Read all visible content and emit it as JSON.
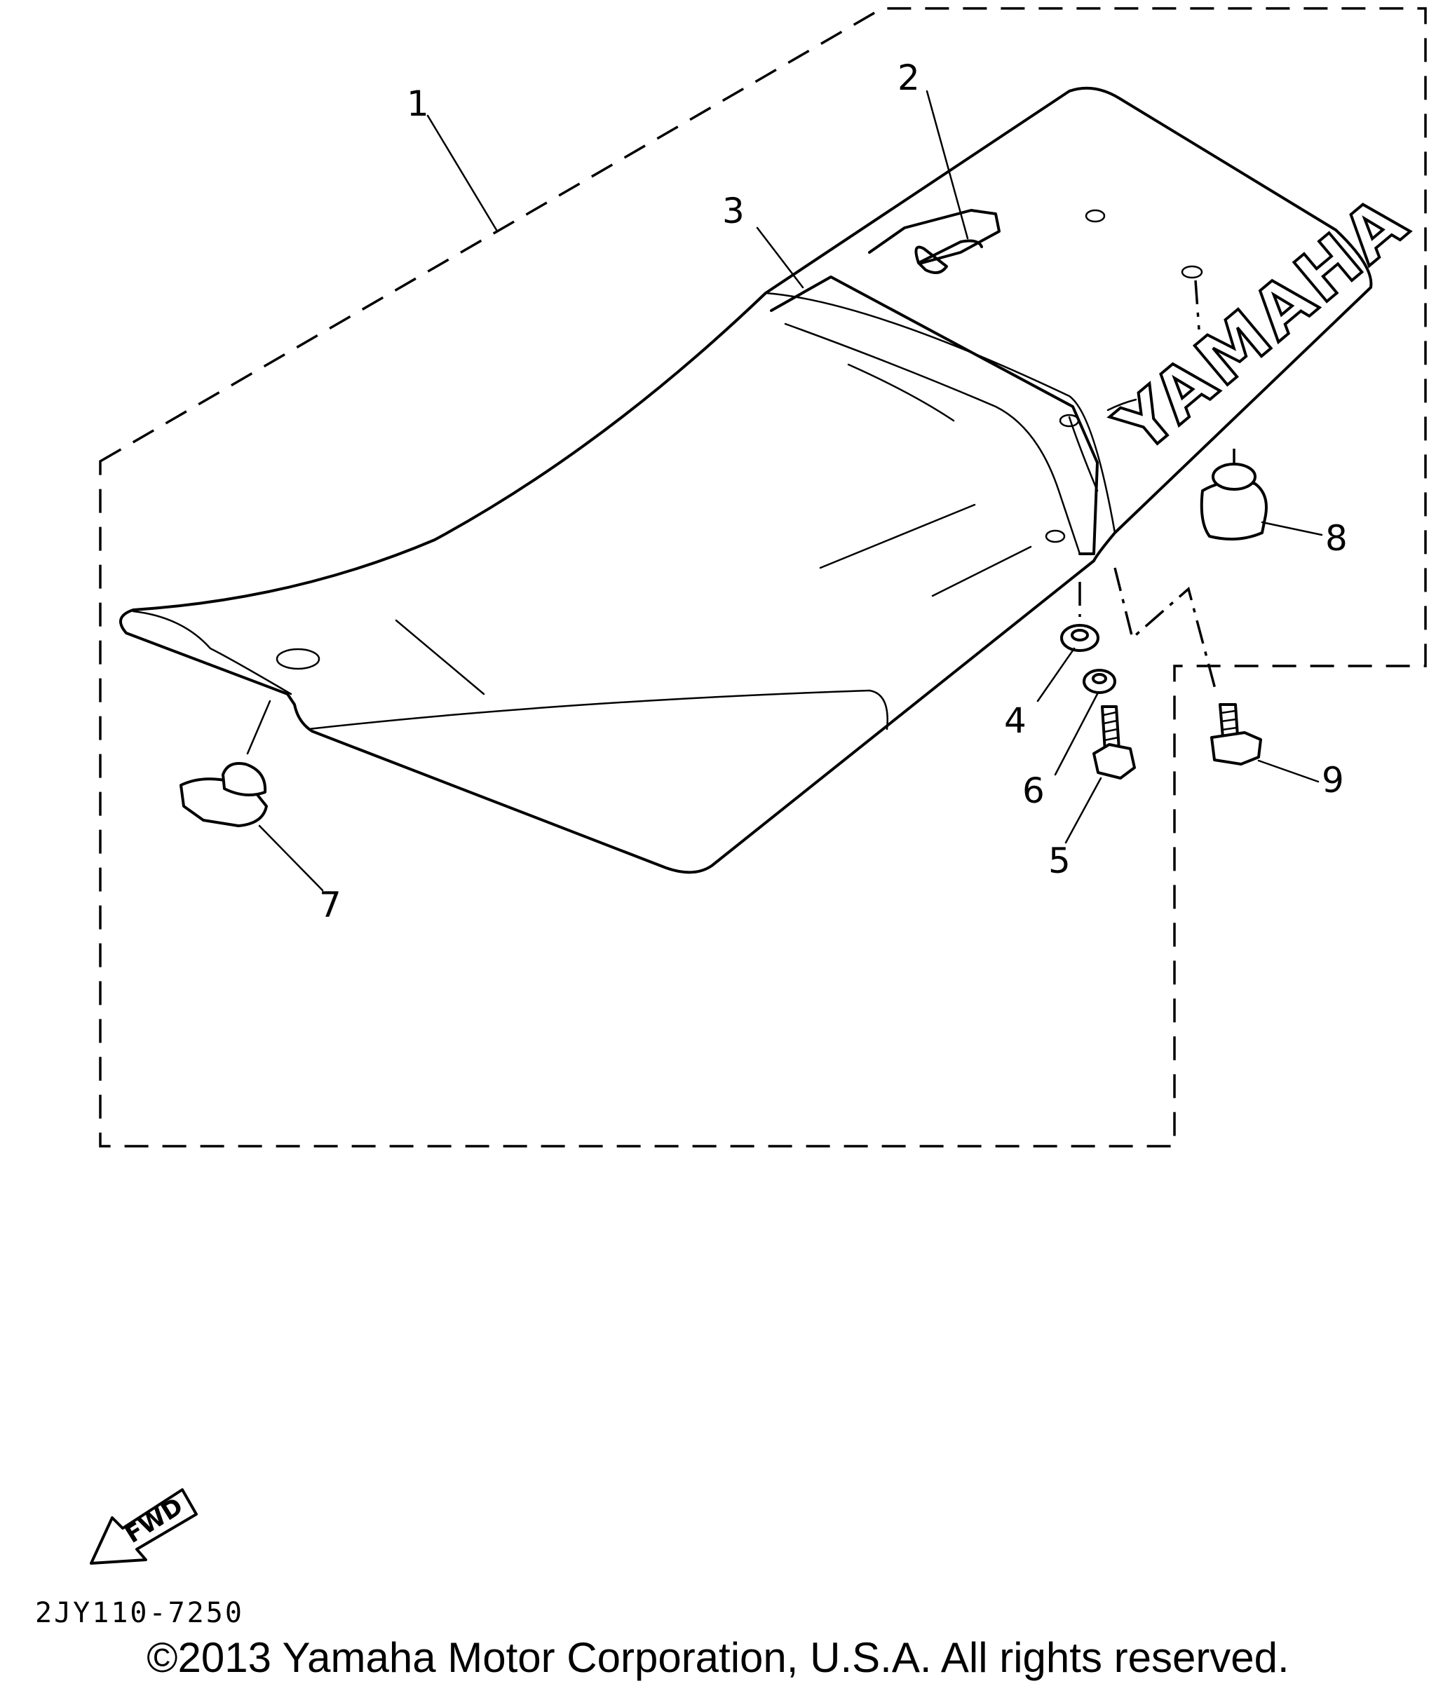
{
  "diagram": {
    "callouts": [
      "1",
      "2",
      "3",
      "4",
      "5",
      "6",
      "7",
      "8",
      "9"
    ],
    "brand_text": "YAMAHA",
    "direction_label": "FWD",
    "diagram_code": "2JY110-7250",
    "copyright": "©2013 Yamaha Motor Corporation, U.S.A. All rights reserved."
  }
}
